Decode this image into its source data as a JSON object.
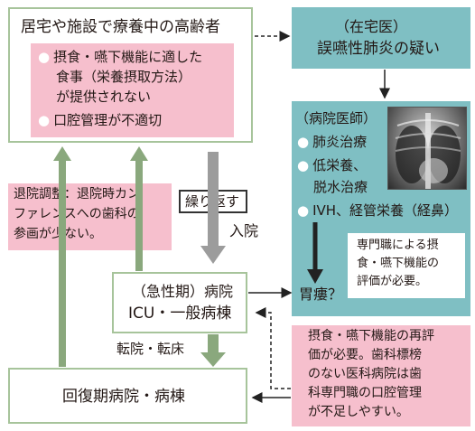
{
  "elderly_box": {
    "title": "居宅や施設で療養中の高齢者",
    "bullet1_line1": "摂食・嚥下機能に適した",
    "bullet1_line2": "食事（栄養摂取方法）",
    "bullet1_line3": "が提供されない",
    "bullet2": "口腔管理が不適切"
  },
  "home_doctor_box": {
    "line1": "（在宅医）",
    "line2": "誤嚥性肺炎の疑い"
  },
  "hospital_doctor_box": {
    "title": "（病院医師）",
    "item1": "肺炎治療",
    "item2_line1": "低栄養、",
    "item2_line2": "脱水治療",
    "item3": "IVH、経管栄養（経鼻）",
    "note_line1": "専門職による摂",
    "note_line2": "食・嚥下機能の",
    "note_line3": "評価が必要。",
    "gastrostomy": "胃瘻？"
  },
  "discharge_box": {
    "line1": "退院調整：退院時カン",
    "line2": "ファレンスへの歯科の",
    "line3": "参画が少ない。"
  },
  "repeat_label": "繰り返す",
  "admission_label": "入院",
  "acute_box": {
    "line1": "（急性期）病院",
    "line2": "ICU・一般病棟"
  },
  "transfer_label": "転院・転床",
  "recovery_box": {
    "label": "回復期病院・病棟"
  },
  "reevaluation_box": {
    "line1": "摂食・嚥下機能の再評",
    "line2": "価が必要。歯科標榜",
    "line3": "のない医科病院は歯",
    "line4": "科専門職の口腔管理",
    "line5": "が不足しやすい。"
  },
  "colors": {
    "green_border": "#a7c49b",
    "pink": "#f6bfcd",
    "teal": "#7fbfc3",
    "gray_arrow": "#9c9c9c",
    "green_arrow": "#8aa87d"
  }
}
